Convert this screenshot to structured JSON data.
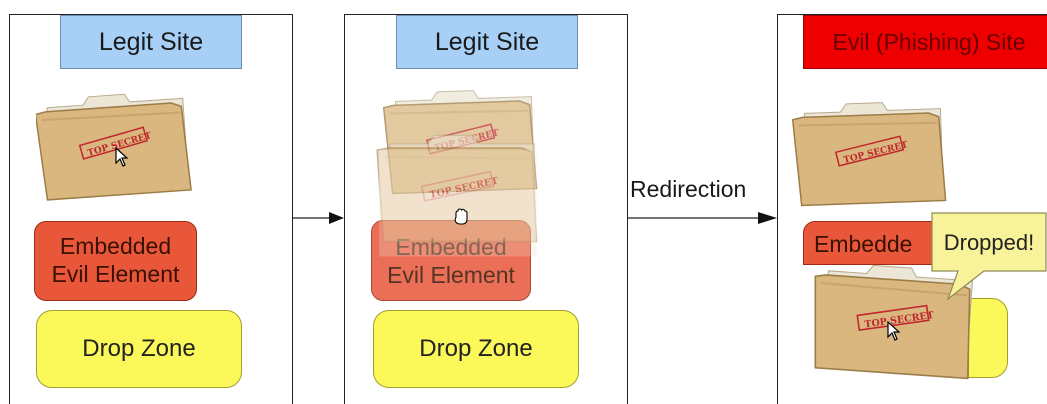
{
  "panels": {
    "step1": {
      "site_label": "Legit Site",
      "evil_element": [
        "Embedded",
        "Evil Element"
      ],
      "drop_zone": "Drop Zone",
      "stamp": "TOP SECRET"
    },
    "step2": {
      "site_label": "Legit Site",
      "evil_element": [
        "Embedded",
        "Evil Element"
      ],
      "drop_zone": "Drop Zone",
      "stamp": "TOP SECRET"
    },
    "step3": {
      "site_label": "Evil (Phishing) Site",
      "evil_element_partial": "Embedde",
      "callout": "Dropped!",
      "stamp": "TOP SECRET"
    }
  },
  "transitions": {
    "first": "",
    "second": "Redirection"
  },
  "colors": {
    "legit_site": "#a8d0f7",
    "phishing_site": "#ee0000",
    "evil_element": "#e8573a",
    "drop_zone": "#fbf85a",
    "folder": "#d9b77f",
    "callout": "#f8f39a"
  },
  "icons": [
    "folder-icon",
    "arrow-cursor-icon",
    "hand-cursor-icon",
    "arrow-right-icon"
  ]
}
